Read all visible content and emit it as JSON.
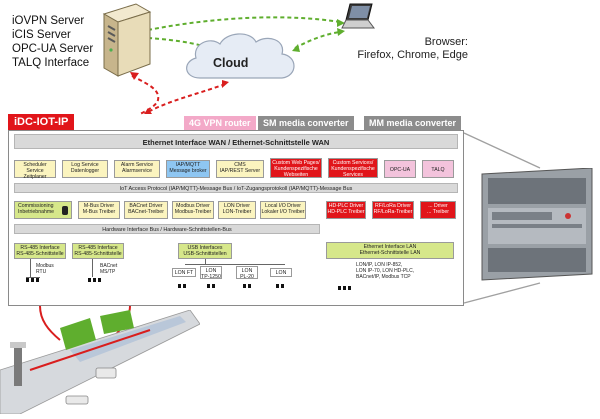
{
  "server_labels": [
    "iOVPN Server",
    "iCIS Server",
    "OPC-UA Server",
    "TALQ Interface"
  ],
  "cloud_label": "Cloud",
  "browser": {
    "title": "Browser:",
    "list": "Firefox, Chrome, Edge"
  },
  "device_title": "iDC-IOT-IP",
  "tabs": {
    "vpn": "4G VPN router",
    "sm": "SM media converter",
    "mm": "MM media converter"
  },
  "wan_bar": "Ethernet Interface WAN / Ethernet-Schnittstelle WAN",
  "services": [
    {
      "line1": "Scheduler Service",
      "line2": "Zeitplaner"
    },
    {
      "line1": "Log Service",
      "line2": "Datenlogger"
    },
    {
      "line1": "Alarm Service",
      "line2": "Alarmservice"
    },
    {
      "line1": "IAP/MQTT",
      "line2": "Message broker"
    },
    {
      "line1": "CMS",
      "line2": "IAP/REST Server"
    },
    {
      "line1": "Custom Web Pages/",
      "line2": "Kundenspezifische Webseiten"
    },
    {
      "line1": "Custom Services/",
      "line2": "Kundenspezifische Services"
    },
    {
      "line1": "OPC-UA",
      "line2": ""
    },
    {
      "line1": "TALQ",
      "line2": ""
    }
  ],
  "iot_bar": "IoT Access Protocol (IAP/MQTT)-Message Bus / IoT-Zugangsprotokoll (IAP/MQTT)-Message Bus",
  "drivers": [
    {
      "line1": "Commissioning",
      "line2": "Inbetriebnahme"
    },
    {
      "line1": "M-Bus Driver",
      "line2": "M-Bus Treiber"
    },
    {
      "line1": "BACnet Driver",
      "line2": "BACnet-Treiber"
    },
    {
      "line1": "Modbus Driver",
      "line2": "Modbus-Treiber"
    },
    {
      "line1": "LON Driver",
      "line2": "LON-Treiber"
    },
    {
      "line1": "Local I/O Driver",
      "line2": "Lokaler I/O Treiber"
    },
    {
      "line1": "HD-PLC Driver",
      "line2": "HD-PLC Treiber"
    },
    {
      "line1": "RF/LoRa Driver",
      "line2": "RF/LoRa-Treiber"
    },
    {
      "line1": "... Driver",
      "line2": "... Treiber"
    }
  ],
  "hw_bar": "Hardware Interface Bus / Hardware-Schnittstellen-Bus",
  "interfaces": {
    "rs485_a": {
      "line1": "RS-485 Interface",
      "line2": "RS-485-Schnittstelle",
      "proto": "Modbus RTU"
    },
    "rs485_b": {
      "line1": "RS-485 Interface",
      "line2": "RS-485-Schnittstelle",
      "proto": "BACnet MS/TP"
    },
    "usb": {
      "line1": "USB Interfaces",
      "line2": "USB-Schnittstellen"
    },
    "lan": {
      "line1": "Ethernet Interface LAN",
      "line2": "Ethernet-Schnittstelle LAN",
      "proto1": "LON/IP, LON IP-852,",
      "proto2": "LON IP-70, LON HD-PLC,",
      "proto3": "BACnet/IP, Modbus TCP"
    }
  },
  "usb_ports": [
    "LON FT",
    "LON TP-1250",
    "LON PL-20",
    "LON"
  ],
  "colors": {
    "brand_red": "#e1151a",
    "vpn_pink": "#f3a9c8",
    "converter_gray": "#8c8c8c",
    "arrow_green": "#5fae2e",
    "arrow_red": "#d91e1e"
  }
}
